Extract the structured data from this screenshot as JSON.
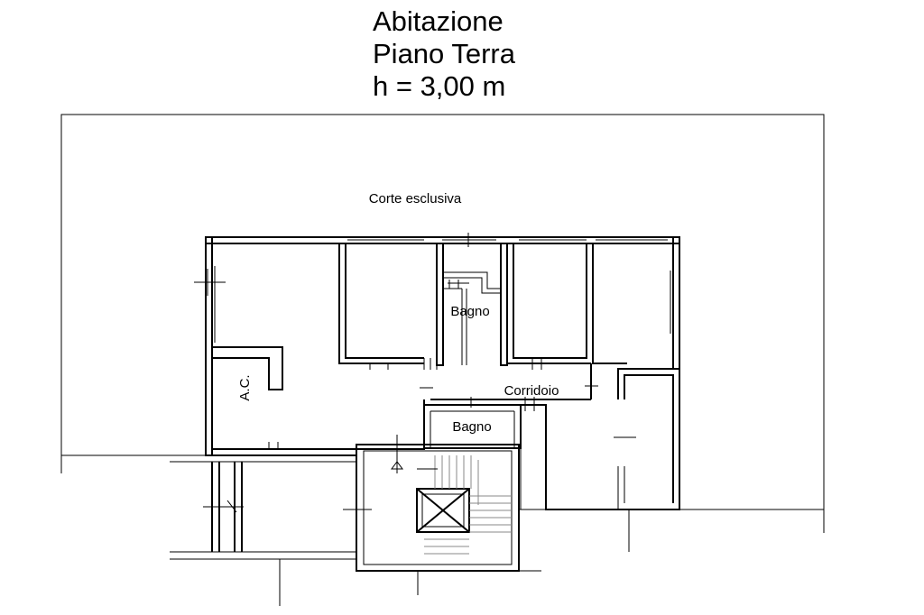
{
  "header": {
    "line1": "Abitazione",
    "line2": "Piano Terra",
    "line3": "h = 3,00 m"
  },
  "labels": {
    "courtyard": "Corte esclusiva",
    "bathroom_upper": "Bagno",
    "bathroom_lower": "Bagno",
    "corridor": "Corridoio",
    "ac": "A.C."
  },
  "colors": {
    "ink": "#000000",
    "secondary_ink": "#888888",
    "background": "#ffffff"
  }
}
